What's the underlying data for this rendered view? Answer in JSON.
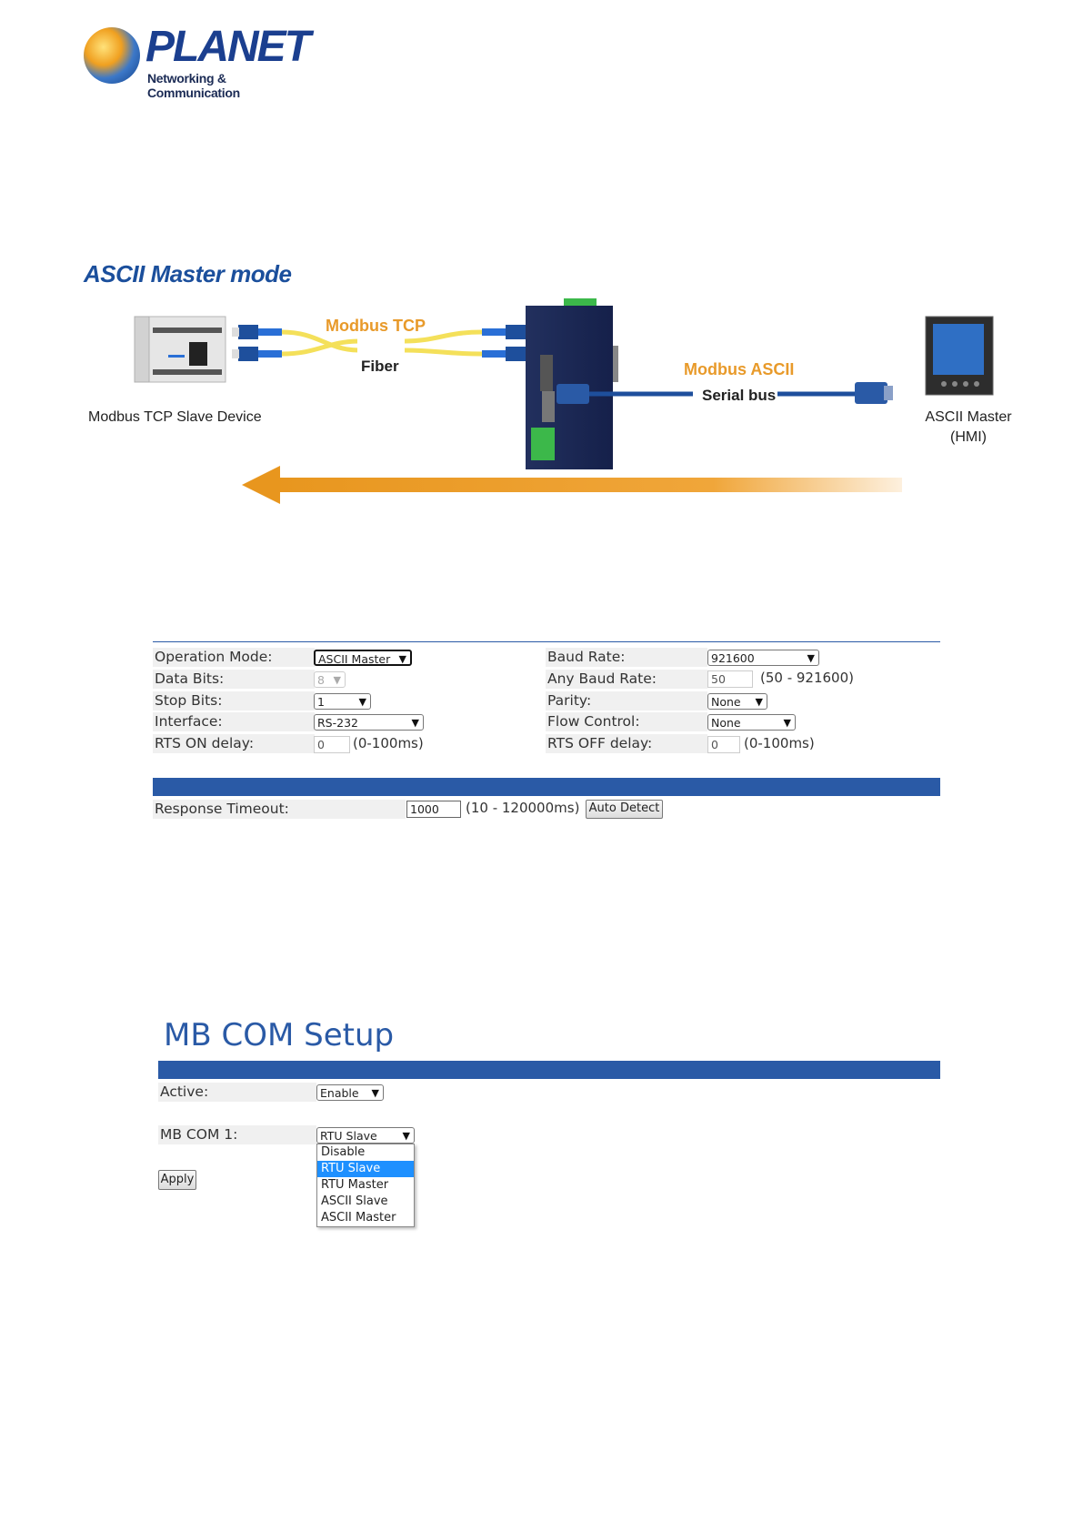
{
  "logo": {
    "brand": "PLANET",
    "tagline": "Networking & Communication"
  },
  "diagram": {
    "title": "ASCII Master mode",
    "slave_device_label": "Modbus TCP Slave Device",
    "modbus_tcp_label": "Modbus TCP",
    "fiber_label": "Fiber",
    "modbus_ascii_label": "Modbus ASCII",
    "serial_bus_label": "Serial bus",
    "master_label_line1": "ASCII Master",
    "master_label_line2": "(HMI)",
    "arrow_color": "#e8961e",
    "fiber_color": "#f4e05a",
    "cable_color": "#1e4f9c"
  },
  "serial_form": {
    "operation_mode": {
      "label": "Operation Mode:",
      "value": "ASCII Master"
    },
    "data_bits": {
      "label": "Data Bits:",
      "value": "8"
    },
    "stop_bits": {
      "label": "Stop Bits:",
      "value": "1"
    },
    "interface": {
      "label": "Interface:",
      "value": "RS-232"
    },
    "rts_on_delay": {
      "label": "RTS ON delay:",
      "value": "0",
      "hint": "(0-100ms)"
    },
    "baud_rate": {
      "label": "Baud Rate:",
      "value": "921600"
    },
    "any_baud_rate": {
      "label": "Any Baud Rate:",
      "value": "50",
      "hint": "(50 - 921600)"
    },
    "parity": {
      "label": "Parity:",
      "value": "None"
    },
    "flow_control": {
      "label": "Flow Control:",
      "value": "None"
    },
    "rts_off_delay": {
      "label": "RTS OFF delay:",
      "value": "0",
      "hint": "(0-100ms)"
    },
    "response_timeout": {
      "label": "Response Timeout:",
      "value": "1000",
      "hint": "(10 - 120000ms)",
      "button": "Auto Detect"
    }
  },
  "mbcom": {
    "title": "MB COM Setup",
    "active": {
      "label": "Active:",
      "value": "Enable"
    },
    "mbcom1": {
      "label": "MB COM 1:",
      "value": "RTU Slave",
      "options": [
        "Disable",
        "RTU Slave",
        "RTU Master",
        "ASCII Slave",
        "ASCII Master"
      ],
      "highlighted": "RTU Slave"
    },
    "apply_button": "Apply"
  },
  "colors": {
    "accent_blue": "#2a5aa6",
    "highlight": "#1e90ff"
  }
}
